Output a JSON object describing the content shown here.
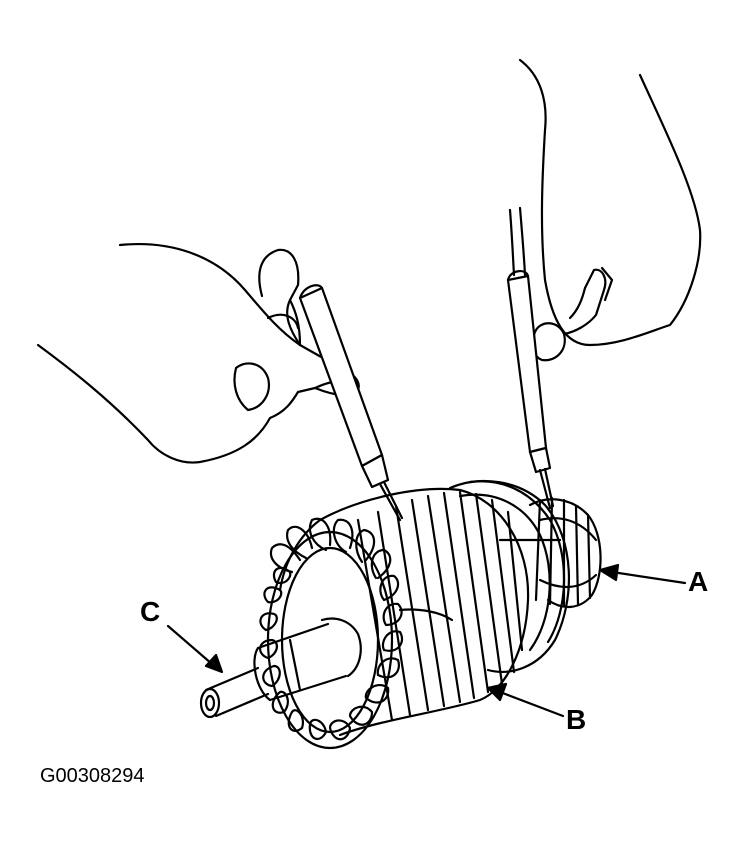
{
  "labels": {
    "a": "A",
    "b": "B",
    "c": "C"
  },
  "figure_id": "G00308294",
  "colors": {
    "line": "#000000",
    "background": "#ffffff"
  }
}
